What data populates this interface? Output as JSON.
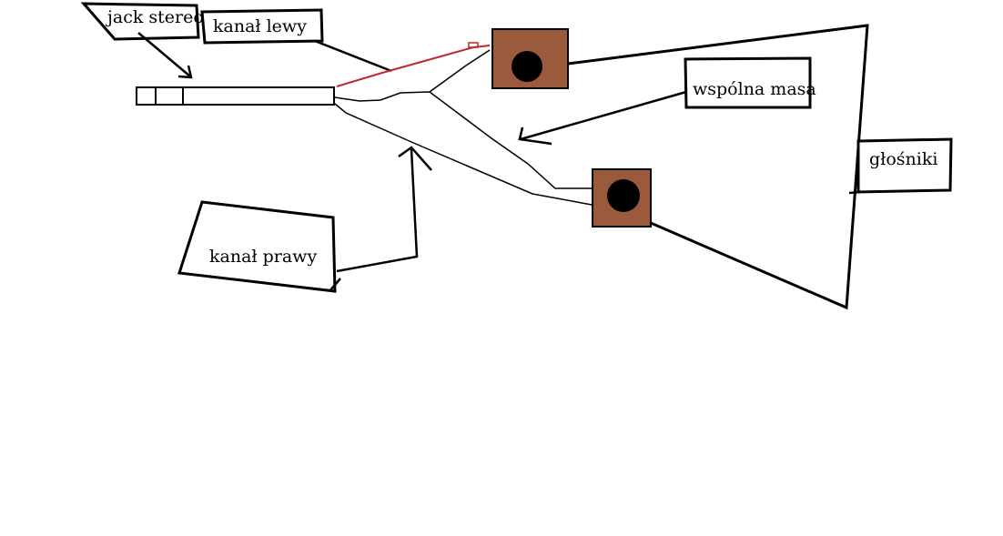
{
  "labels": {
    "jack_stereo": "jack stereo",
    "kanal_lewy": "kanał lewy",
    "kanal_prawy": "kanał prawy",
    "wspolna_masa": "wspólna masa",
    "glosniki": "głośniki"
  },
  "colors": {
    "background": "#ffffff",
    "ink": "#000000",
    "left_channel_wire": "#c0282b",
    "speaker_body": "#9b5a3c",
    "speaker_cone": "#000000"
  }
}
